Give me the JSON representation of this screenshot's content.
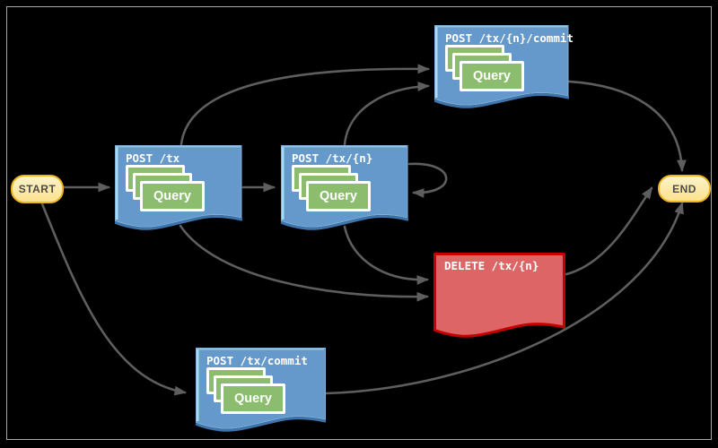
{
  "diagram": {
    "nodes": {
      "start": {
        "label": "START",
        "type": "terminal"
      },
      "end": {
        "label": "END",
        "type": "terminal"
      },
      "post_tx": {
        "label": "POST /tx",
        "query": "Query",
        "type": "document"
      },
      "post_tx_n": {
        "label": "POST /tx/{n}",
        "query": "Query",
        "type": "document"
      },
      "post_tx_n_commit": {
        "label": "POST /tx/{n}/commit",
        "query": "Query",
        "type": "document"
      },
      "post_tx_commit": {
        "label": "POST /tx/commit",
        "query": "Query",
        "type": "document"
      },
      "delete_tx_n": {
        "label": "DELETE /tx/{n}",
        "type": "document-error"
      }
    },
    "edges": [
      {
        "from": "start",
        "to": "post_tx"
      },
      {
        "from": "post_tx",
        "to": "post_tx_n"
      },
      {
        "from": "post_tx",
        "to": "post_tx_n_commit"
      },
      {
        "from": "post_tx",
        "to": "delete_tx_n"
      },
      {
        "from": "post_tx_n",
        "to": "post_tx_n_commit"
      },
      {
        "from": "post_tx_n",
        "to": "post_tx_n",
        "note": "self-loop"
      },
      {
        "from": "post_tx_n",
        "to": "delete_tx_n"
      },
      {
        "from": "post_tx_n_commit",
        "to": "end"
      },
      {
        "from": "delete_tx_n",
        "to": "end"
      },
      {
        "from": "post_tx_commit",
        "to": "end"
      },
      {
        "from": "start",
        "to": "post_tx_commit"
      }
    ],
    "colors": {
      "box_blue": "#6598cb",
      "box_blue_edge_light": "#a8dcf4",
      "box_blue_wave_shadow": "#3c74ab",
      "box_red": "#dd6565",
      "box_red_border": "#c40000",
      "query_green": "#8cbd6e",
      "pill_fill": "#fbe28d",
      "pill_border": "#eeb422",
      "pill_text": "#4b4b4b",
      "arrow": "#5e5e5e",
      "frame_border": "#a9a9a9",
      "background": "#000000"
    }
  }
}
